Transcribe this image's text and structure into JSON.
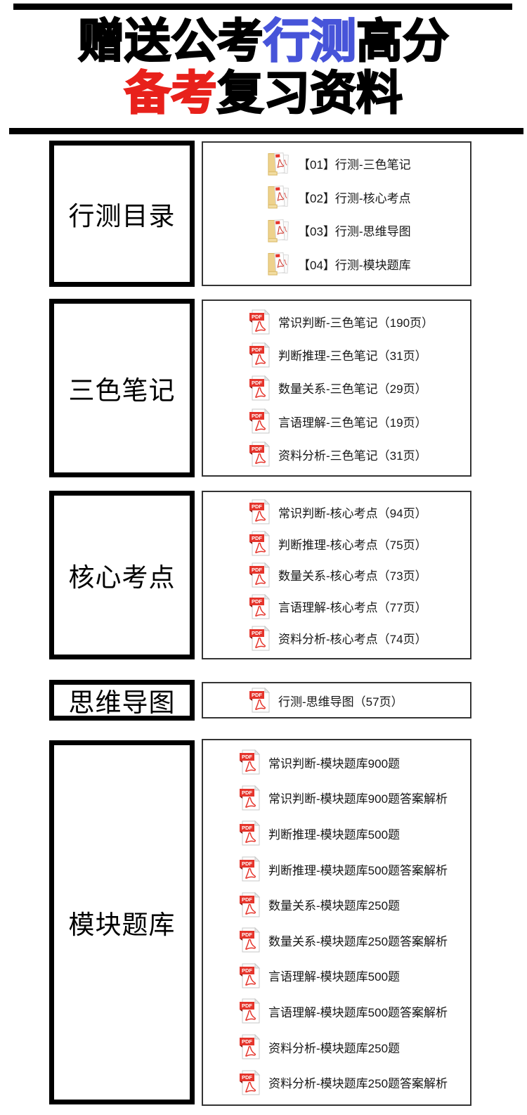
{
  "title_lines": [
    {
      "segments": [
        {
          "text": "赠送公考",
          "color": "black"
        },
        {
          "text": "行测",
          "color": "blue"
        },
        {
          "text": "高分",
          "color": "black"
        }
      ]
    },
    {
      "segments": [
        {
          "text": "备考",
          "color": "red"
        },
        {
          "text": "复习资料",
          "color": "black"
        }
      ]
    }
  ],
  "colors": {
    "title_blue": "#4754d9",
    "title_red": "#e8211b",
    "pdf_red": "#e5342b",
    "folder_tan": "#eed28c"
  },
  "icons": {
    "pdf_banner_label": "PDF",
    "pdf_file": "pdf-file-icon",
    "pdf_folder": "pdf-folder-icon"
  },
  "sections": [
    {
      "label": "行测目录",
      "icon": "folder",
      "items": [
        "【01】行测-三色笔记",
        "【02】行测-核心考点",
        "【03】行测-思维导图",
        "【04】行测-模块题库"
      ]
    },
    {
      "label": "三色笔记",
      "icon": "pdf",
      "items": [
        "常识判断-三色笔记（190页）",
        "判断推理-三色笔记（31页）",
        "数量关系-三色笔记（29页）",
        "言语理解-三色笔记（19页）",
        "资料分析-三色笔记（31页）"
      ]
    },
    {
      "label": "核心考点",
      "icon": "pdf",
      "items": [
        "常识判断-核心考点（94页）",
        "判断推理-核心考点（75页）",
        "数量关系-核心考点（73页）",
        "言语理解-核心考点（77页）",
        "资料分析-核心考点（74页）"
      ]
    },
    {
      "label": "思维导图",
      "icon": "pdf",
      "items": [
        "行测-思维导图（57页）"
      ]
    },
    {
      "label": "模块题库",
      "icon": "pdf",
      "items": [
        "常识判断-模块题库900题",
        "常识判断-模块题库900题答案解析",
        "判断推理-模块题库500题",
        "判断推理-模块题库500题答案解析",
        "数量关系-模块题库250题",
        "数量关系-模块题库250题答案解析",
        "言语理解-模块题库500题",
        "言语理解-模块题库500题答案解析",
        "资料分析-模块题库250题",
        "资料分析-模块题库250题答案解析"
      ]
    }
  ]
}
